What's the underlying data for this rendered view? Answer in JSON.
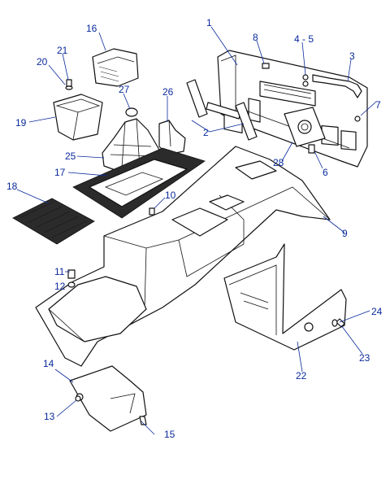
{
  "diagram": {
    "label_color": "#0a2a9c",
    "line_color": "#111111",
    "callouts": {
      "c1": "1",
      "c2": "2",
      "c3": "3",
      "c45": "4 - 5",
      "c6": "6",
      "c7": "7",
      "c8": "8",
      "c9": "9",
      "c10": "10",
      "c11": "11",
      "c12": "12",
      "c13": "13",
      "c14": "14",
      "c15": "15",
      "c16": "16",
      "c17": "17",
      "c18": "18",
      "c19": "19",
      "c20": "20",
      "c21": "21",
      "c22": "22",
      "c23": "23",
      "c24": "24",
      "c25": "25",
      "c26": "26",
      "c27": "27",
      "c28": "28"
    }
  }
}
